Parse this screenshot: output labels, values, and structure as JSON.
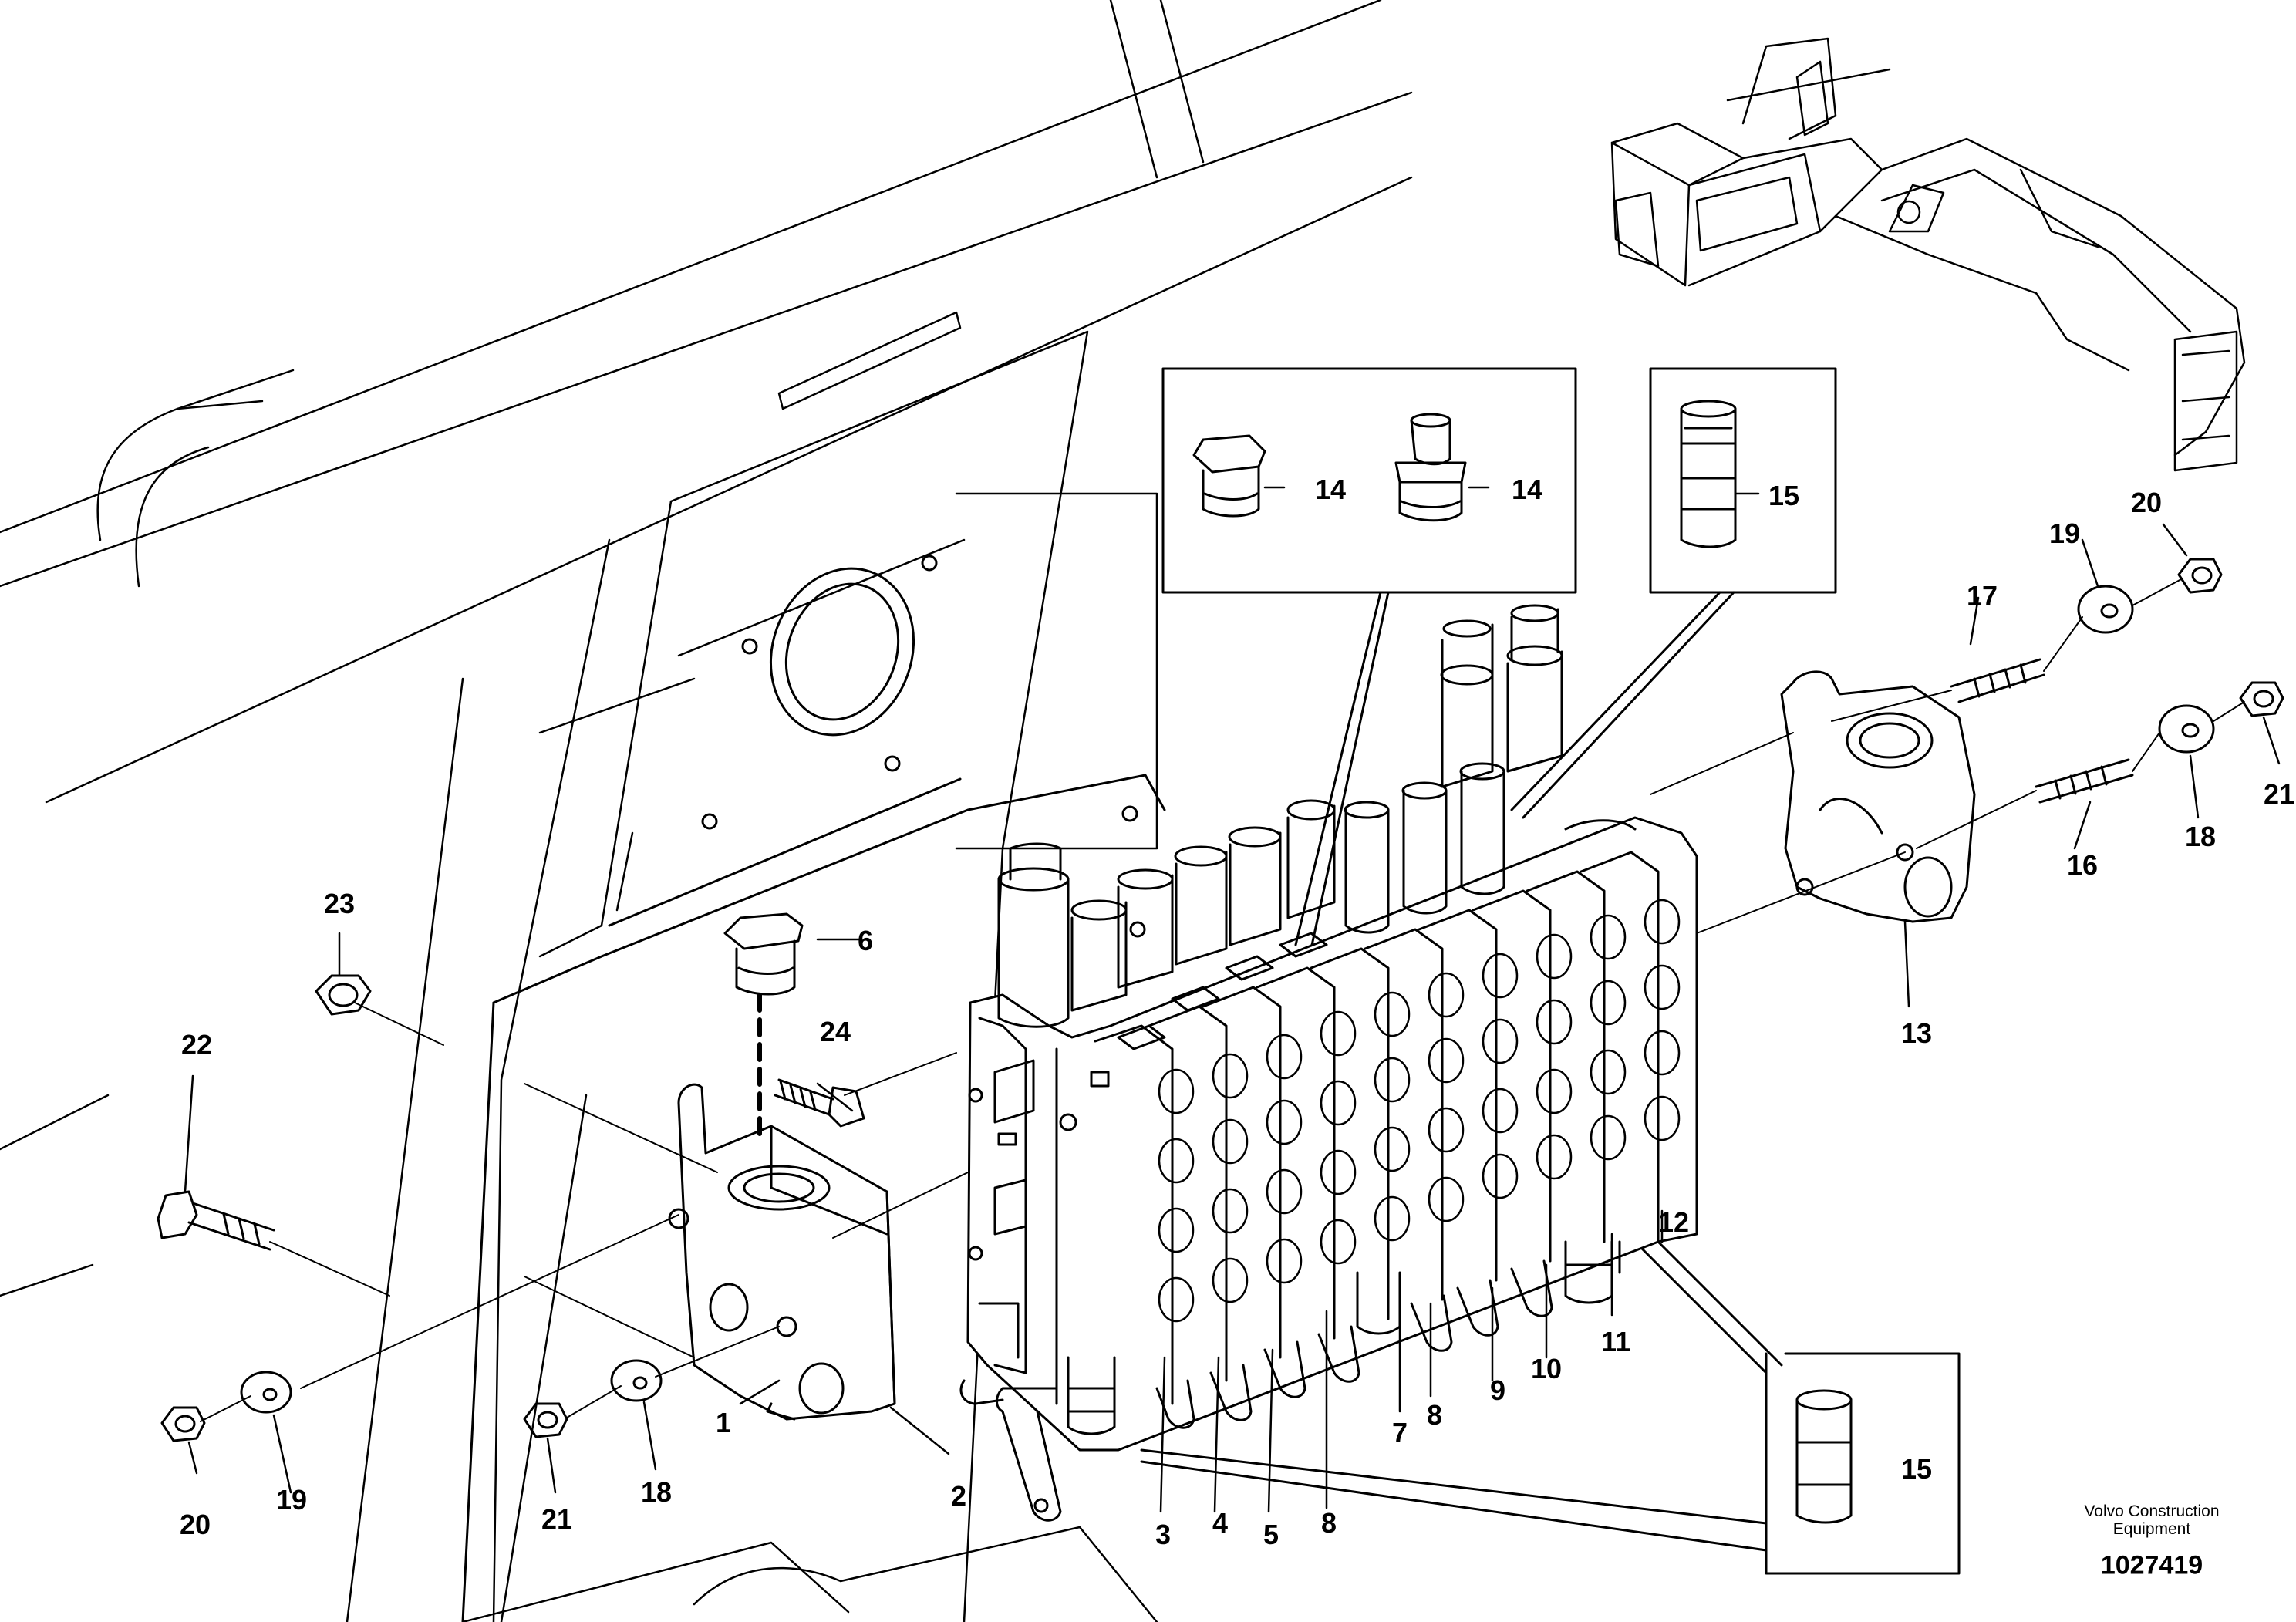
{
  "callouts": {
    "c1": "1",
    "c2": "2",
    "c3": "3",
    "c4": "4",
    "c5": "5",
    "c6": "6",
    "c7": "7",
    "c8a": "8",
    "c8b": "8",
    "c9": "9",
    "c10": "10",
    "c11": "11",
    "c12": "12",
    "c13": "13",
    "c14a": "14",
    "c14b": "14",
    "c15a": "15",
    "c15b": "15",
    "c16": "16",
    "c17": "17",
    "c18a": "18",
    "c18b": "18",
    "c19a": "19",
    "c19b": "19",
    "c20a": "20",
    "c20b": "20",
    "c21a": "21",
    "c21b": "21",
    "c22": "22",
    "c23": "23",
    "c24": "24"
  },
  "footer": {
    "publisher_line1": "Volvo Construction",
    "publisher_line2": "Equipment",
    "document_number": "1027419"
  },
  "colors": {
    "line": "#000000",
    "background": "#ffffff"
  }
}
